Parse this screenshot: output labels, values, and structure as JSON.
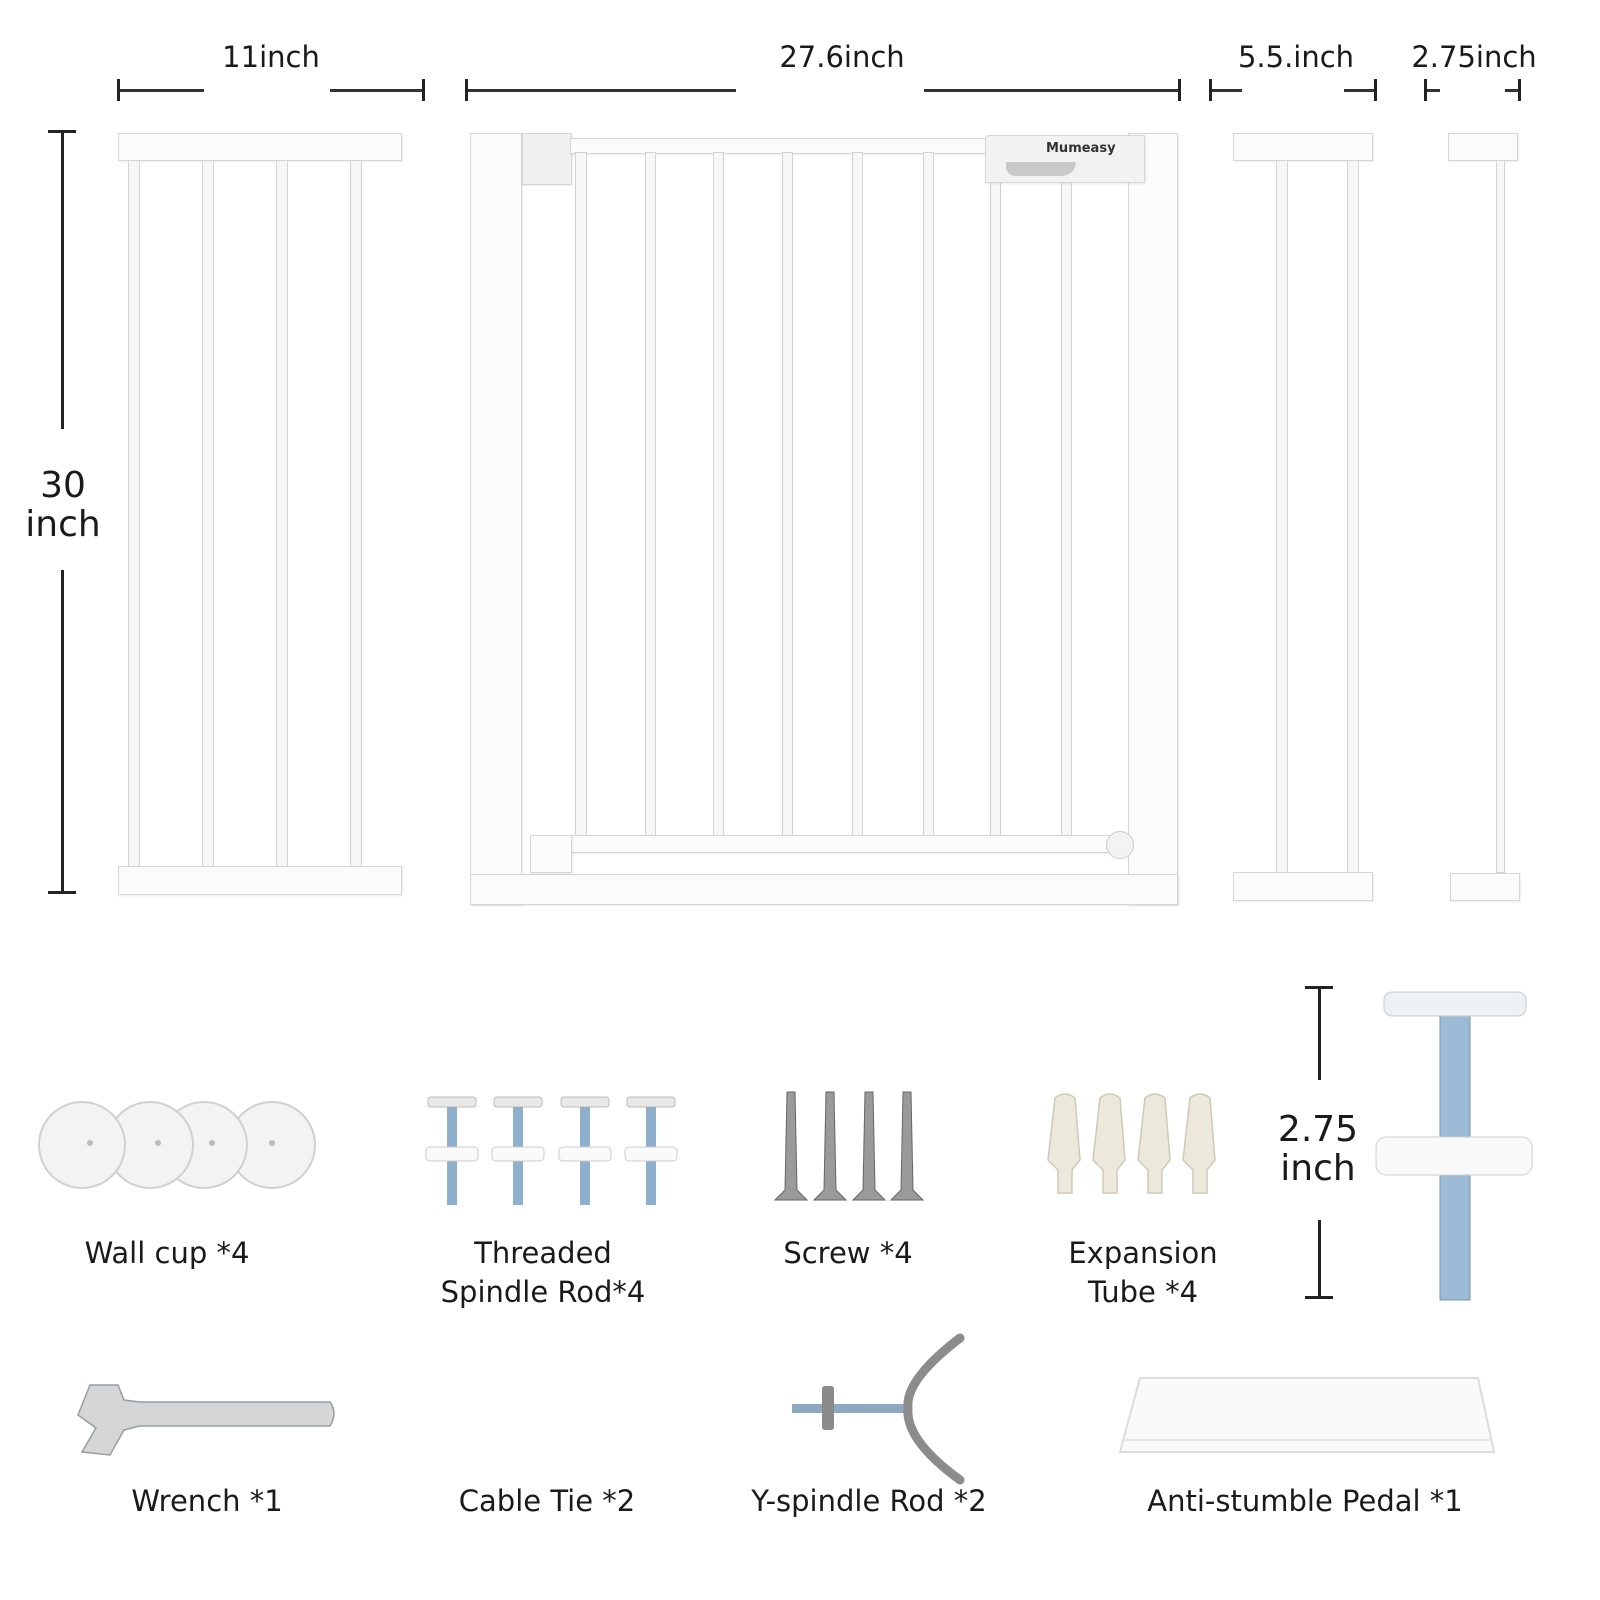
{
  "dimensions": {
    "extension_11": "11inch",
    "gate_width": "27.6inch",
    "extension_5_5": "5.5.inch",
    "extension_2_75": "2.75inch",
    "height_value": "30",
    "height_unit": "inch",
    "rod_length_value": "2.75",
    "rod_length_unit": "inch"
  },
  "brand": "Mumeasy",
  "parts": {
    "wall_cup": "Wall cup *4",
    "threaded_line1": "Threaded",
    "threaded_line2": "Spindle Rod*4",
    "screw": "Screw *4",
    "expansion_line1": "Expansion",
    "expansion_line2": "Tube *4",
    "wrench": "Wrench *1",
    "cable_tie": "Cable Tie *2",
    "y_spindle": "Y-spindle Rod *2",
    "pedal": "Anti-stumble Pedal *1"
  }
}
